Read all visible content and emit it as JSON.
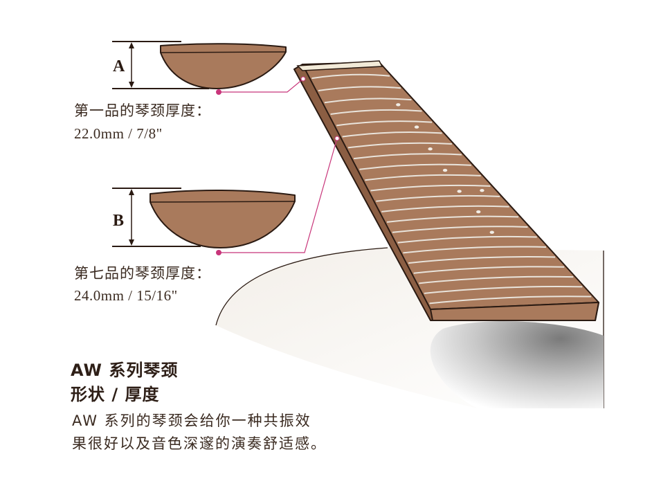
{
  "profile_a": {
    "letter": "A",
    "label": "第一品的琴颈厚度：",
    "value": "22.0mm / 7/8\""
  },
  "profile_b": {
    "letter": "B",
    "label": "第七品的琴颈厚度：",
    "value": "24.0mm / 15/16\""
  },
  "heading": {
    "line1": "AW 系列琴颈",
    "line2": "形状 / 厚度"
  },
  "description": {
    "line1": "AW 系列的琴颈会给你一种共振效",
    "line2": "果很好以及音色深邃的演奏舒适感。"
  },
  "colors": {
    "wood": "#a97a5c",
    "wood_dark": "#8b5e43",
    "outline": "#2a1a12",
    "leader": "#c8357a",
    "fret": "#e9e4dc"
  }
}
